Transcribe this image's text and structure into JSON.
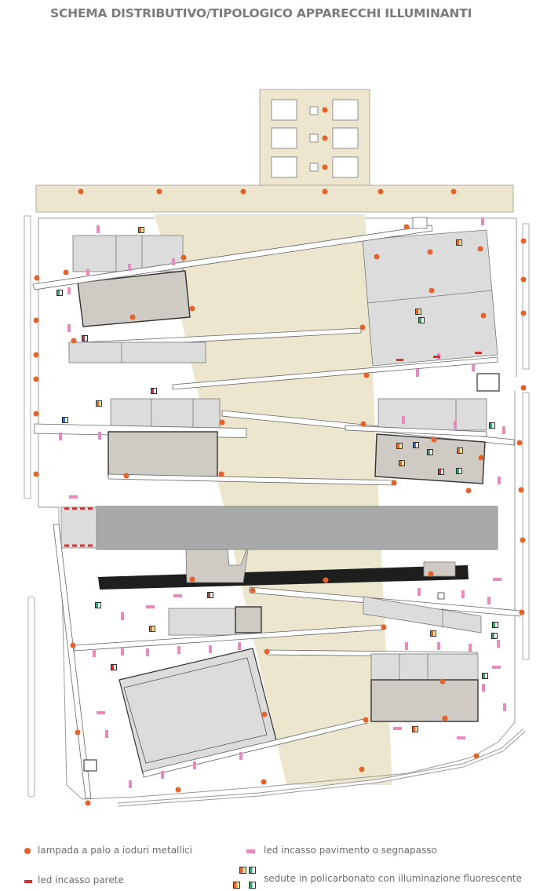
{
  "title": "SCHEMA DISTRIBUTIVO/TIPOLOGICO APPARECCHI ILLUMINANTI",
  "colors": {
    "lamp": "#e5622b",
    "floor_led": "#e889c0",
    "wall_led": "#d93030",
    "sand_area": "#ede6cf",
    "building_light": "#dcdcdc",
    "building_mid": "#cfcac4",
    "band_gray": "#a9a9ab",
    "dark_band": "#1e1e1e"
  },
  "legend": {
    "lamp_label": "lampada a palo a ioduri metallici",
    "floor_led_label": "led incasso pavimento o segnapasso",
    "wall_led_label": "led incasso parete",
    "seat_label": "sedute in policarbonato con illuminazione fluorescente"
  }
}
